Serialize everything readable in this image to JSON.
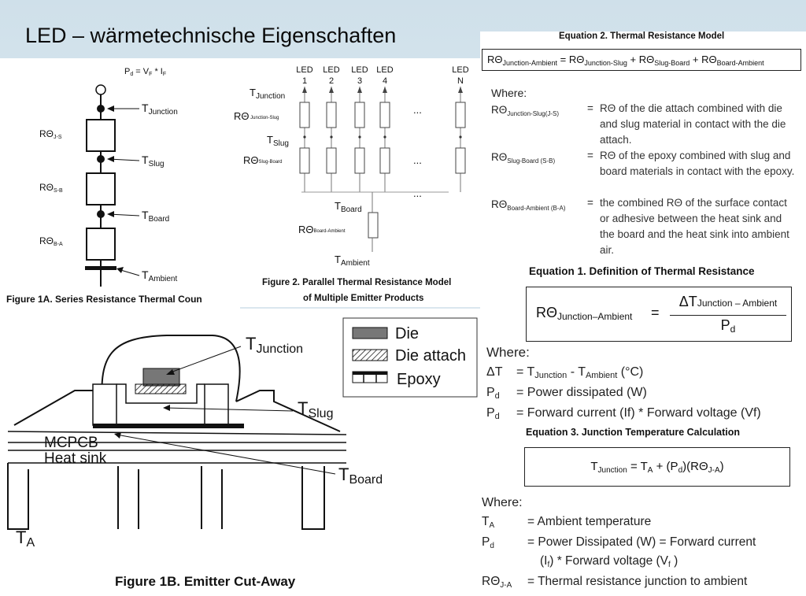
{
  "slide": {
    "title": "LED – wärmetechnische Eigenschaften"
  },
  "fig1a": {
    "pd": "P",
    "pd_sub": "d",
    "pd_eq": " = V",
    "pd_vf": "F",
    "pd_mul": " * I",
    "pd_if": "F",
    "t_junction": "T",
    "t_junction_sub": "Junction",
    "t_slug": "T",
    "t_slug_sub": "Slug",
    "t_board": "T",
    "t_board_sub": "Board",
    "t_ambient": "T",
    "t_ambient_sub": "Ambient",
    "r_js": "RΘ",
    "r_js_sub": "J-S",
    "r_sb": "RΘ",
    "r_sb_sub": "S-B",
    "r_ba": "RΘ",
    "r_ba_sub": "B-A",
    "caption": "Figure 1A.  Series Resistance Thermal Coun"
  },
  "fig2": {
    "leds": [
      {
        "l1": "LED",
        "l2": "1"
      },
      {
        "l1": "LED",
        "l2": "2"
      },
      {
        "l1": "LED",
        "l2": "3"
      },
      {
        "l1": "LED",
        "l2": "4"
      },
      {
        "l1": "LED",
        "l2": "N"
      }
    ],
    "t_junction": "T",
    "t_junction_sub": "Junction",
    "r_js": "RΘ",
    "r_js_sub": " Junction-Slug",
    "t_slug": "T",
    "t_slug_sub": "Slug",
    "r_sb": "RΘ",
    "r_sb_sub": "Slug-Board",
    "t_board": "T",
    "t_board_sub": "Board",
    "r_ba": "RΘ",
    "r_ba_sub": "Board-Ambient",
    "t_ambient": "T",
    "t_ambient_sub": "Ambient",
    "ellipsis": "...",
    "caption_1": "Figure 2.  Parallel Thermal Resistance Model",
    "caption_2": "of Multiple Emitter Products"
  },
  "fig1b": {
    "t_junction": "T",
    "t_junction_sub": "Junction",
    "t_slug": "T",
    "t_slug_sub": "Slug",
    "t_board": "T",
    "t_board_sub": "Board",
    "t_a": "T",
    "t_a_sub": "A",
    "mcpcb": "MCPCB",
    "heat_sink": "Heat sink",
    "legend": {
      "die": "Die",
      "die_attach": "Die attach",
      "epoxy": "Epoxy"
    },
    "caption": "Figure 1B.  Emitter Cut-Away"
  },
  "eq2": {
    "title": "Equation 2.  Thermal Resistance Model",
    "formula": {
      "a": "RΘ",
      "a_sub": "Junction-Ambient",
      "eq": " = ",
      "b": "RΘ",
      "b_sub": "Junction-Slug",
      "plus1": " + ",
      "c": "RΘ",
      "c_sub": "Slug-Board",
      "plus2": " + ",
      "d": "RΘ",
      "d_sub": "Board-Ambient"
    },
    "where": "Where:",
    "defs": [
      {
        "sym": "RΘ",
        "sub": "Junction-Slug(J-S)",
        "eq": "=",
        "text": "RΘ of the die attach combined with die and slug material in contact with the die attach."
      },
      {
        "sym": "RΘ",
        "sub": "Slug-Board (S-B)",
        "eq": "=",
        "text": "RΘ of the epoxy combined with slug and board materials in contact with the epoxy."
      },
      {
        "sym": "RΘ",
        "sub": "Board-Ambient (B-A)",
        "eq": "=",
        "text": "the combined RΘ of the surface contact or adhesive between the heat sink and the board and the heat sink into ambient air."
      }
    ]
  },
  "eq1": {
    "title": "Equation 1.  Definition of Thermal Resistance",
    "lhs": "RΘ",
    "lhs_sub": "Junction–Ambient",
    "eq": "=",
    "num": "ΔT",
    "num_sub": "Junction  – Ambient",
    "den": "P",
    "den_sub": "d",
    "where": "Where:",
    "defs": [
      {
        "sym": "ΔT",
        "eq": "= T",
        "s1": "Junction",
        "mid": " - T",
        "s2": "Ambient",
        "tail": " (°C)"
      },
      {
        "sym": "P",
        "sym_sub": "d",
        "eq": "= Power dissipated (W)"
      },
      {
        "sym": "P",
        "sym_sub": "d",
        "eq": "= Forward current (If) * Forward voltage (Vf)"
      }
    ]
  },
  "eq3": {
    "title": "Equation 3.  Junction Temperature Calculation",
    "formula": {
      "a": "T",
      "a_sub": "Junction",
      "eq": " = T",
      "b_sub": "A",
      "plus": " + (P",
      "c_sub": "d",
      "tail": ")(RΘ",
      "d_sub": "J-A",
      "close": ")"
    },
    "where": "Where:",
    "defs": [
      {
        "sym": "T",
        "sub": "A",
        "text": "= Ambient temperature"
      },
      {
        "sym": "P",
        "sub": "d",
        "text": "= Power Dissipated (W) = Forward current"
      },
      {
        "sym": "",
        "sub": "",
        "text": "(I",
        "t_sub": "f",
        "text2": ") * Forward voltage (V",
        "t_sub2": "f",
        "text3": " )"
      },
      {
        "sym": "RΘ",
        "sub": "J-A",
        "text": "= Thermal resistance junction to ambient"
      }
    ]
  }
}
